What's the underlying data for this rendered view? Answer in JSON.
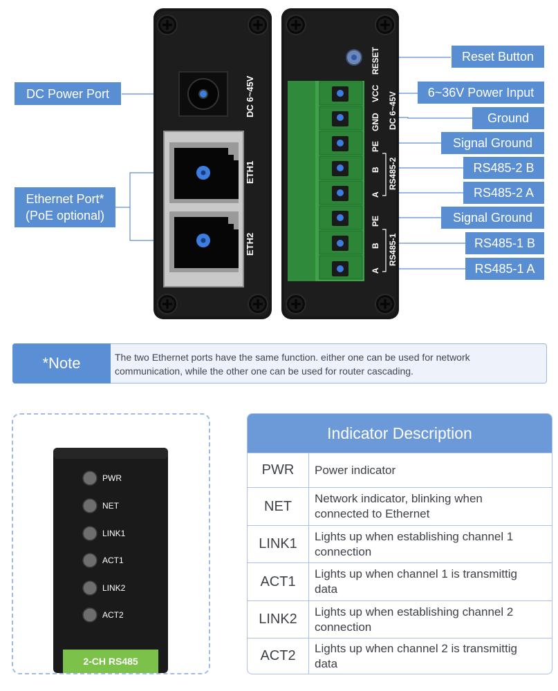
{
  "front_panel": {
    "port_labels": {
      "dc": "DC 6~45V",
      "eth1": "ETH1",
      "eth2": "ETH2"
    }
  },
  "terminal_panel": {
    "reset_label": "RESET",
    "pin_labels": {
      "vcc": "VCC",
      "gnd": "GND",
      "dc": "DC 6~45V",
      "pe2": "PE",
      "b2": "B",
      "a2": "A",
      "group2": "RS485-2",
      "pe1": "PE",
      "b1": "B",
      "a1": "A",
      "group1": "RS485-1"
    }
  },
  "callouts": {
    "dc_power_port": "DC Power Port",
    "ethernet_port_line1": "Ethernet Port*",
    "ethernet_port_line2": "(PoE optional)",
    "reset_button": "Reset Button",
    "power_input": "6~36V Power Input",
    "ground": "Ground",
    "signal_ground_2": "Signal Ground",
    "rs485_2_b": "RS485-2 B",
    "rs485_2_a": "RS485-2 A",
    "signal_ground_1": "Signal Ground",
    "rs485_1_b": "RS485-1 B",
    "rs485_1_a": "RS485-1 A"
  },
  "note": {
    "tag": "*Note",
    "line1": "The two Ethernet ports have the same function. either one can be used for network",
    "line2": "communication, while the other one can be used for router cascading."
  },
  "indicators": {
    "leds": [
      "PWR",
      "NET",
      "LINK1",
      "ACT1",
      "LINK2",
      "ACT2"
    ],
    "model_label": "2-CH RS485"
  },
  "indicator_table": {
    "title": "Indicator Description",
    "rows": [
      {
        "name": "PWR",
        "line1": "Power indicator",
        "line2": ""
      },
      {
        "name": "NET",
        "line1": "Network indicator, blinking when",
        "line2": "connected to Ethernet"
      },
      {
        "name": "LINK1",
        "line1": "Lights up when establishing channel 1",
        "line2": "connection"
      },
      {
        "name": "ACT1",
        "line1": "Lights up when channel 1 is transmittig",
        "line2": "data"
      },
      {
        "name": "LINK2",
        "line1": "Lights up when establishing channel 2",
        "line2": "connection"
      },
      {
        "name": "ACT2",
        "line1": "Lights up when channel 2 is transmittig",
        "line2": "data"
      }
    ]
  },
  "colors": {
    "callout_blue": "#5a8ed3",
    "device_black": "#161616",
    "terminal_green": "#3fa14a",
    "label_green": "#7cc24a"
  }
}
